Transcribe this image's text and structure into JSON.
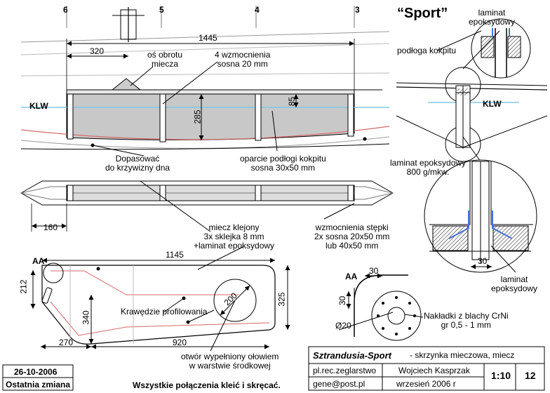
{
  "title_sport": "“Sport”",
  "section_numbers": {
    "n6": "6",
    "n5": "5",
    "n4": "4",
    "n3": "3"
  },
  "dims": {
    "d1445": "1445",
    "d320": "320",
    "d285": "285",
    "d85": "85",
    "d160": "160",
    "d1145": "1145",
    "d212": "212",
    "d340": "340",
    "d325": "325",
    "d200": "200",
    "d270": "270",
    "d920": "920",
    "d30a": "30",
    "d30b": "30",
    "d30c": "30",
    "d20": "Ø20"
  },
  "labels": {
    "os_obrotu": "oś obrotu\nmiecza",
    "wzmocnienia": "4 wzmocnienia\nsosna 20 mm",
    "klw_left": "KLW",
    "klw_right": "KLW",
    "dopasowac": "Dopasować\ndo krzywizny dna",
    "oparcie": "oparcie podłogi kokpitu\nsosna 30x50 mm",
    "miecz": "miecz klejony\n3x sklejka 8 mm\n+laminat epoksydowy",
    "wzm_stepki": "wzmocnienia stępki\n2x sosna 20x50 mm\nlub 40x50 mm",
    "aa_left": "AA",
    "aa_right": "AA",
    "krawedzie": "Krawędzie profilowania",
    "otwor": "otwór wypełniony ołowiem\nw warstwie środkowej",
    "laminat_top": "laminat\nepoksydowy",
    "podloga": "podłoga kokpitu",
    "laminat_mid": "laminat epoksydowy\n800 g/mkw.",
    "laminat_bottom": "laminat\nepoksydowy",
    "naklad": "Nakładki z blachy CrNi\ngr 0,5 - 1 mm",
    "polaczenia": "Wszystkie połączenia kleić i skręcać."
  },
  "title_block": {
    "name": "Sztrandusia-Sport",
    "subtitle": "-  skrzynka mieczowa, miecz",
    "org": "pl.rec.zeglarstwo",
    "author": "Wojciech Kasprzak",
    "email": "gene@post.pl",
    "date_made": "wrzesień 2006 r",
    "scale": "1:10",
    "sheet": "12",
    "date_change": "26-10-2006",
    "last_change": "Ostatnia zmiana"
  },
  "colors": {
    "line": "#000000",
    "klw": "#7ec8e3",
    "hull": "#d46a6a",
    "fill": "#c8c8c8",
    "wood": "#555555",
    "lam": "#4a6fd8"
  }
}
